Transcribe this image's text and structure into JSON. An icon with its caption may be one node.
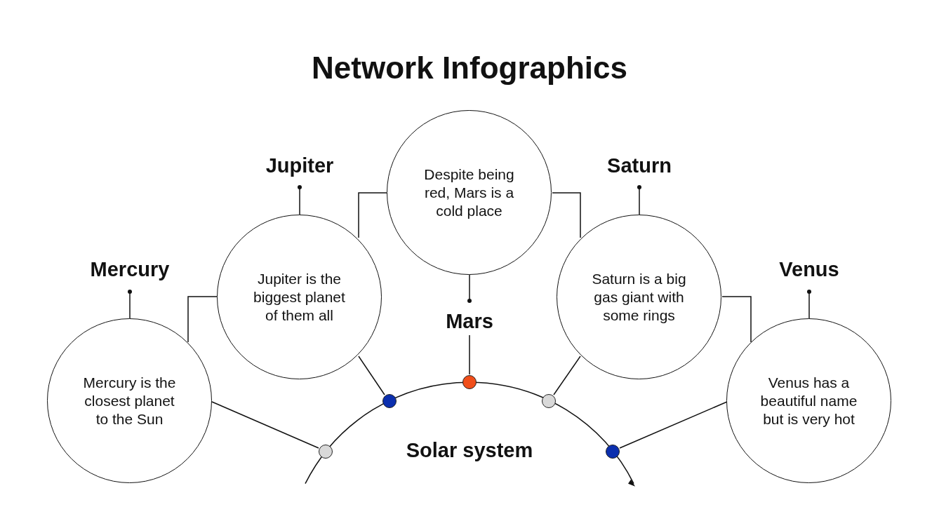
{
  "diagram": {
    "title": "Network Infographics",
    "nodes": [
      {
        "text": [
          "Mercury",
          "Mercury is the closest planet to the Sun"
        ]
      },
      {
        "text": [
          "Jupiter",
          "Jupiter is the biggest planet of them all"
        ]
      },
      {
        "text": [
          "Despite being red, Mars is a cold place",
          "Mars"
        ]
      },
      {
        "text": [
          "Saturn",
          "Saturn is a big gas giant with some rings"
        ]
      },
      {
        "text": [
          "Venus",
          "Venus has a beautiful name but is very hot"
        ]
      },
      {
        "text": [
          "Solar system"
        ]
      },
      {
        "text": [],
        "shape": "circle",
        "in": 5
      },
      {
        "text": [],
        "shape": "circle",
        "in": 5
      },
      {
        "text": [],
        "shape": "circle",
        "in": 5
      },
      {
        "text": [],
        "shape": "circle",
        "in": 5
      },
      {
        "text": [],
        "shape": "circle",
        "in": 5
      }
    ],
    "edges": [
      {
        "from": 0,
        "to": 6,
        "arrow": "none"
      },
      {
        "from": 1,
        "to": 7,
        "arrow": "none"
      },
      {
        "from": 2,
        "to": 8,
        "arrow": "none"
      },
      {
        "from": 3,
        "to": 9,
        "arrow": "none"
      },
      {
        "from": 4,
        "to": 10,
        "arrow": "none"
      },
      {
        "from": 0,
        "to": 1,
        "arrow": "none"
      },
      {
        "from": 1,
        "to": 2,
        "arrow": "none"
      },
      {
        "from": 3,
        "to": 2,
        "arrow": "none"
      },
      {
        "from": 4,
        "to": 3,
        "arrow": "none"
      }
    ]
  }
}
